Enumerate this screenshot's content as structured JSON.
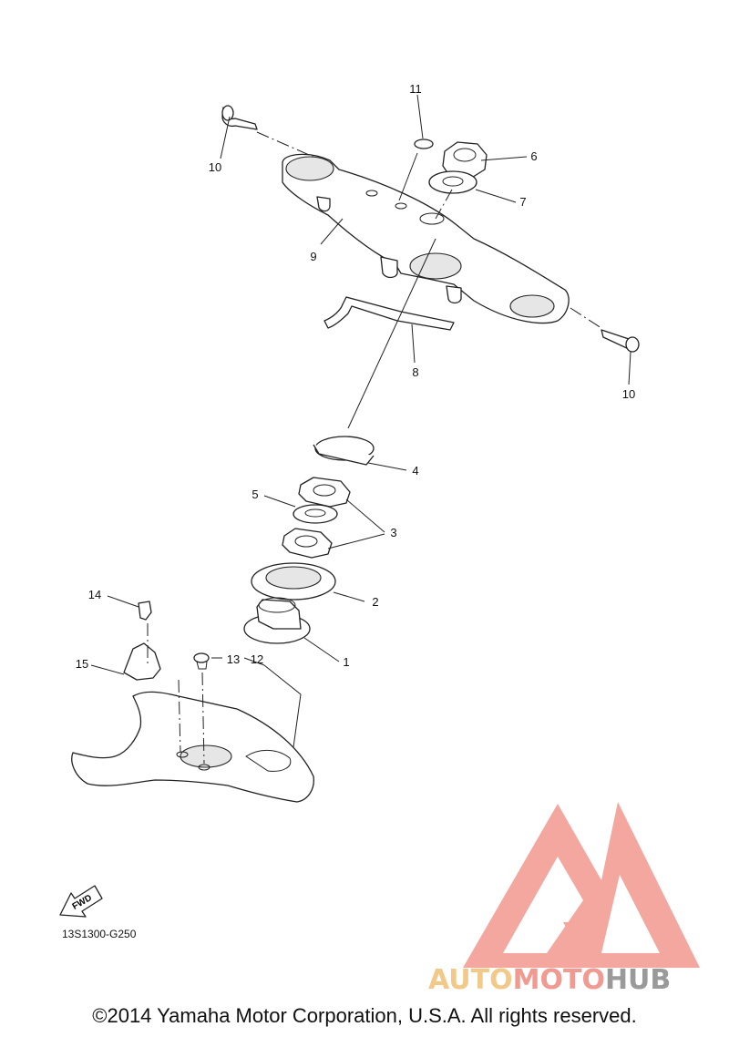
{
  "callouts": [
    {
      "id": "1",
      "text": "1"
    },
    {
      "id": "2",
      "text": "2"
    },
    {
      "id": "3",
      "text": "3"
    },
    {
      "id": "4",
      "text": "4"
    },
    {
      "id": "5",
      "text": "5"
    },
    {
      "id": "6",
      "text": "6"
    },
    {
      "id": "7",
      "text": "7"
    },
    {
      "id": "8",
      "text": "8"
    },
    {
      "id": "9",
      "text": "9"
    },
    {
      "id": "10a",
      "text": "10"
    },
    {
      "id": "10b",
      "text": "10"
    },
    {
      "id": "11",
      "text": "11"
    },
    {
      "id": "12",
      "text": "12"
    },
    {
      "id": "13",
      "text": "13"
    },
    {
      "id": "14",
      "text": "14"
    },
    {
      "id": "15",
      "text": "15"
    }
  ],
  "fwd_label": "FWD",
  "diagram_code": "13S1300-G250",
  "copyright": "©2014 Yamaha Motor Corporation, U.S.A. All rights reserved.",
  "watermark": {
    "part1": "AUTO",
    "part2": "MOTO",
    "part3": "HUB",
    "colors": {
      "logo": "#f08a80",
      "auto": "#f3c98a",
      "moto": "#f19a92",
      "hub": "#9a9a9a"
    }
  }
}
